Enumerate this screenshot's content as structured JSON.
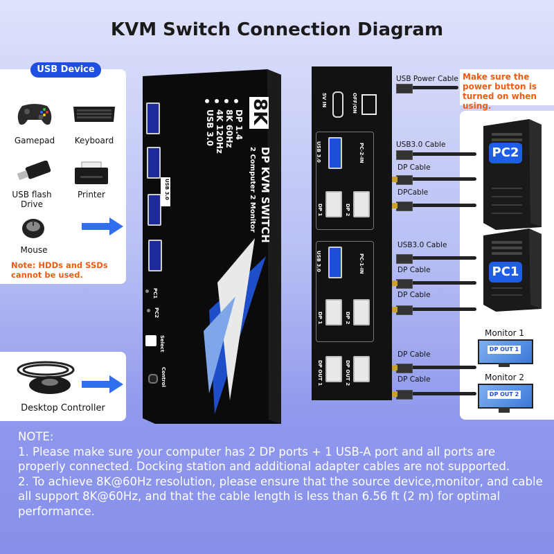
{
  "title": "KVM Switch Connection Diagram",
  "usb_panel": {
    "badge": "USB Device",
    "devices": [
      {
        "label": "Gamepad",
        "icon": "gamepad-icon"
      },
      {
        "label": "Keyboard",
        "icon": "keyboard-icon"
      },
      {
        "label": "USB flash Drive",
        "icon": "usb-flash-drive-icon"
      },
      {
        "label": "Printer",
        "icon": "printer-icon"
      },
      {
        "label": "Mouse",
        "icon": "mouse-icon"
      }
    ],
    "warning_line1": "Note:  HDDs and SSDs",
    "warning_line2": "cannot be used."
  },
  "controller_panel": {
    "label": "Desktop Controller"
  },
  "switch_front": {
    "badge": "8K",
    "specs": [
      "DP 1.4",
      "8K 60Hz",
      "4K 120Hz",
      "USB 3.0"
    ],
    "name": "DP KVM SWITCH",
    "subtitle": "2 Computer 2 Monitor",
    "usb_tag": "USB 3.0",
    "pc1": "PC1",
    "pc2": "PC2",
    "select": "Select",
    "control": "Control"
  },
  "switch_back": {
    "power_in": "5V IN",
    "off_on": "OFF/ON",
    "usb30": "USB 3.0",
    "pc2_in": "PC-2-IN",
    "pc1_in": "PC-1-IN",
    "dp1": "DP 1",
    "dp2": "DP 2",
    "dp_out1": "DP OUT 1",
    "dp_out2": "DP OUT 2"
  },
  "cables": {
    "power": "USB Power Cable",
    "power_note": "Make sure the power button is turned on when using.",
    "pc2_usb": "USB3.0 Cable",
    "pc2_dp": "DP Cable",
    "pc2_dp2": "DPCable",
    "pc1_usb": "USB3.0 Cable",
    "pc1_dp": "DP Cable",
    "pc1_dp2": "DP Cable",
    "mon_dp1": "DP Cable",
    "mon_dp2": "DP Cable"
  },
  "devices_right": {
    "pc2": "PC2",
    "pc1": "PC1",
    "monitor1": "Monitor 1",
    "monitor1_screen": "DP OUT 1",
    "monitor2": "Monitor 2",
    "monitor2_screen": "DP OUT 2"
  },
  "note": {
    "heading": "NOTE:",
    "line1": "1. Please make sure your computer has 2 DP ports + 1 USB-A port and all ports are properly connected. Docking station and additional adapter cables are not supported.",
    "line2": "2. To achieve 8K@60Hz resolution, please ensure that the source device,monitor, and cable all support 8K@60Hz, and that the cable length is less than 6.56 ft (2 m) for optimal performance."
  },
  "colors": {
    "accent": "#1e4fe0",
    "warning": "#f25a12",
    "pc_badge": "#1e5de6"
  }
}
